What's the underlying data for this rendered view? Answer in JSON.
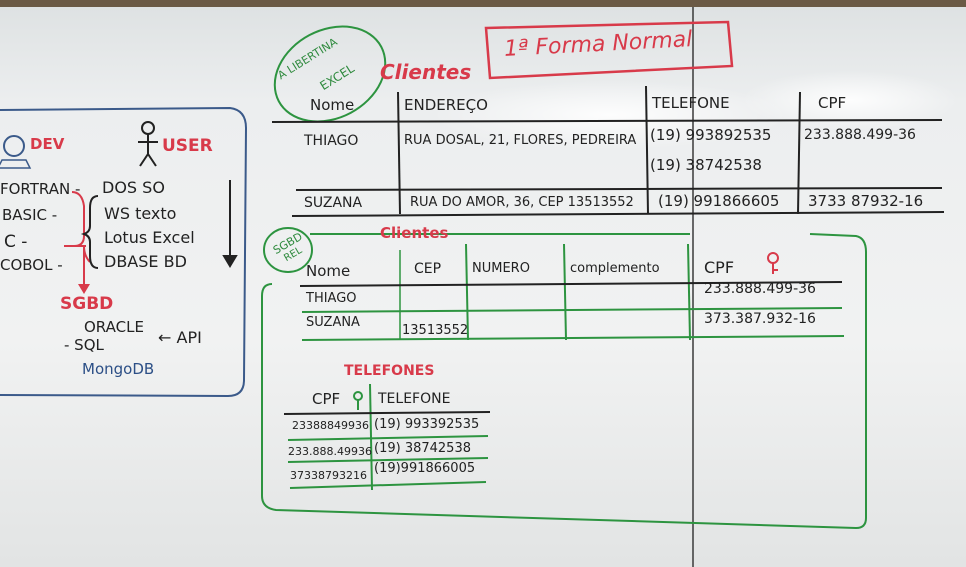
{
  "left_box": {
    "dev": "DEV",
    "user": "USER",
    "languages": [
      "FORTRAN -",
      "BASIC -",
      "C -",
      "COBOL -"
    ],
    "apps": [
      "DOS SO",
      "WS texto",
      "Lotus Excel",
      "DBASE BD"
    ],
    "sgbd": "SGBD",
    "sgbd_items": [
      "ORACLE",
      "- SQL",
      "← API",
      "MongoDB"
    ]
  },
  "bubble_excel": [
    "A LIBERTINA",
    "EXCEL"
  ],
  "title_1fn": "1ª Forma Normal",
  "table1": {
    "title": "Clientes",
    "headers": [
      "Nome",
      "ENDEREÇO",
      "TELEFONE",
      "CPF"
    ],
    "rows": [
      {
        "nome": "THIAGO",
        "endereco": "RUA DOSAL, 21, FLORES, PEDREIRA",
        "telefones": [
          "(19) 993892535",
          "(19) 38742538"
        ],
        "cpf": "233.888.499-36"
      },
      {
        "nome": "SUZANA",
        "endereco": "RUA DO AMOR, 36, CEP 13513552",
        "telefones": [
          "(19) 991866605"
        ],
        "cpf": "3733 87932-16"
      }
    ]
  },
  "bubble_sgbd": [
    "SGBD",
    "REL"
  ],
  "table2": {
    "title": "Clientes",
    "headers": [
      "Nome",
      "CEP",
      "NUMERO",
      "complemento",
      "CPF"
    ],
    "rows": [
      {
        "nome": "THIAGO",
        "cep": "",
        "cpf": "233.888.499-36"
      },
      {
        "nome": "SUZANA",
        "cep": "13513552",
        "cpf": "373.387.932-16"
      }
    ]
  },
  "table3": {
    "title": "TELEFONES",
    "headers": [
      "CPF",
      "TELEFONE"
    ],
    "rows": [
      {
        "cpf": "23388849936",
        "telefone": "(19) 993392535"
      },
      {
        "cpf": "233.888.49936",
        "telefone": "(19) 38742538"
      },
      {
        "cpf": "37338793216",
        "telefone": "(19)991866005"
      }
    ]
  }
}
